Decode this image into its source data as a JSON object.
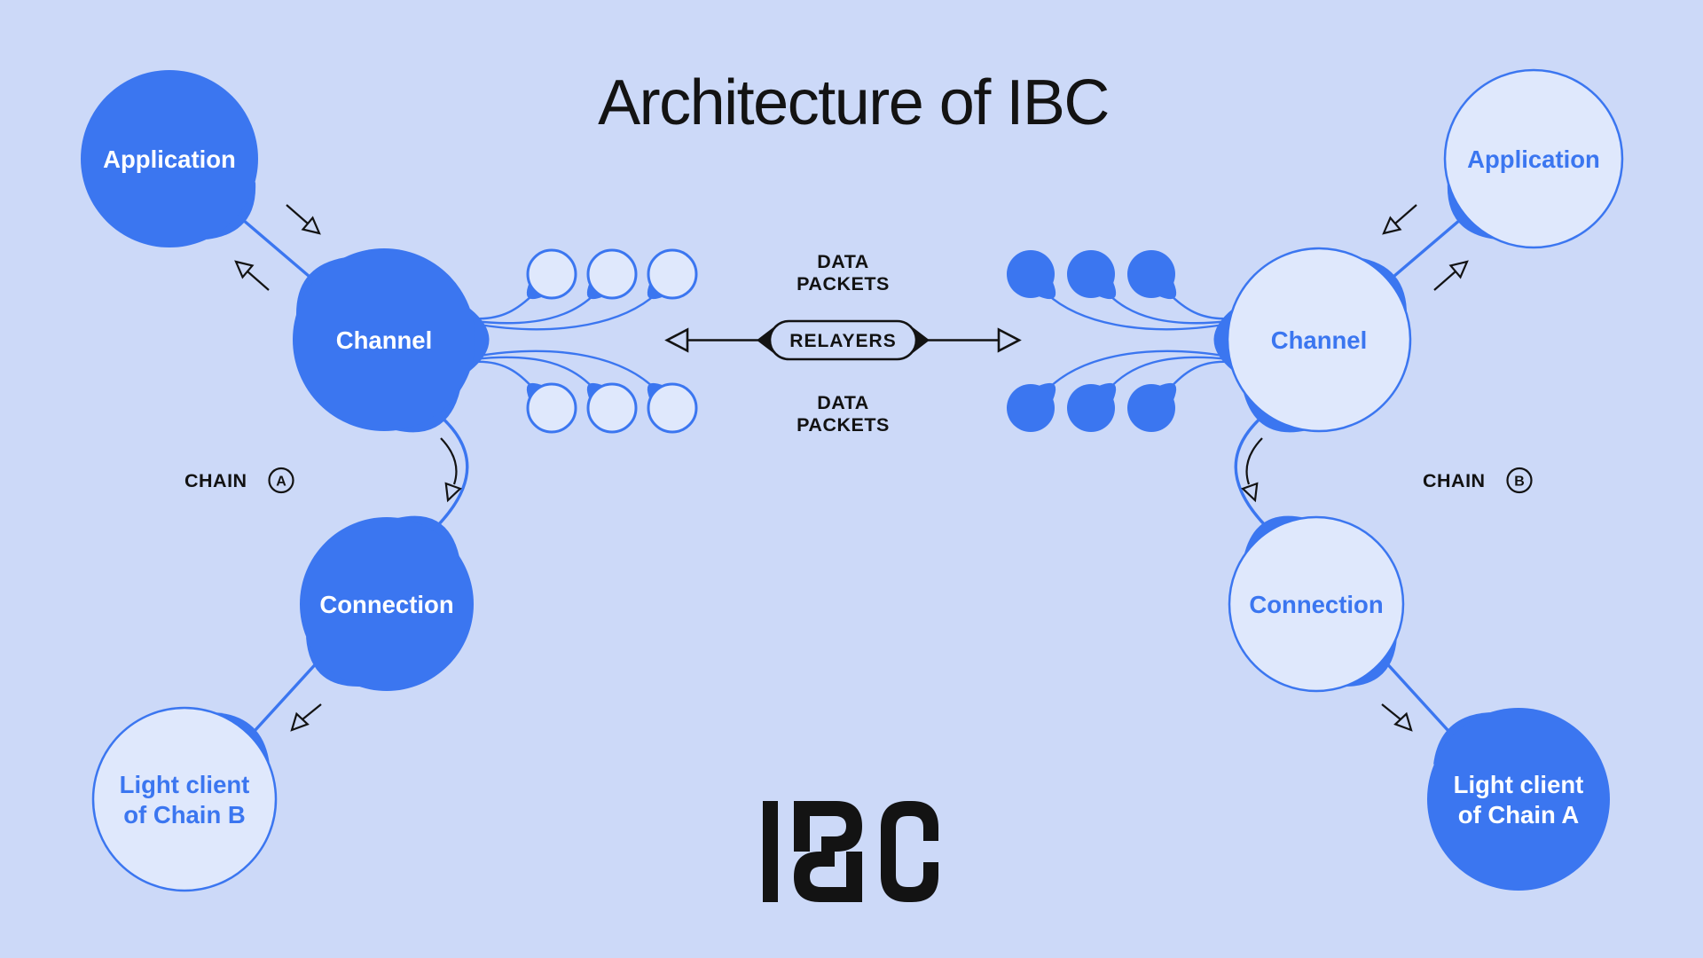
{
  "title": "Architecture of IBC",
  "colors": {
    "background": "#ccd9f8",
    "primary_blue": "#3b76f0",
    "light_fill": "#dfe8fc",
    "ink": "#131313",
    "white": "#ffffff"
  },
  "chain_a": {
    "label": "CHAIN",
    "badge": "A"
  },
  "chain_b": {
    "label": "CHAIN",
    "badge": "B"
  },
  "relayers": {
    "label": "RELAYERS"
  },
  "data_packets_top": {
    "line1": "DATA",
    "line2": "PACKETS"
  },
  "data_packets_bottom": {
    "line1": "DATA",
    "line2": "PACKETS"
  },
  "nodes": {
    "left_application": {
      "label": "Application"
    },
    "left_channel": {
      "label": "Channel"
    },
    "left_connection": {
      "label": "Connection"
    },
    "left_light_client": {
      "line1": "Light client",
      "line2": "of Chain B"
    },
    "right_application": {
      "label": "Application"
    },
    "right_channel": {
      "label": "Channel"
    },
    "right_connection": {
      "label": "Connection"
    },
    "right_light_client": {
      "line1": "Light client",
      "line2": "of Chain A"
    }
  },
  "logo": {
    "text": "IBC"
  }
}
